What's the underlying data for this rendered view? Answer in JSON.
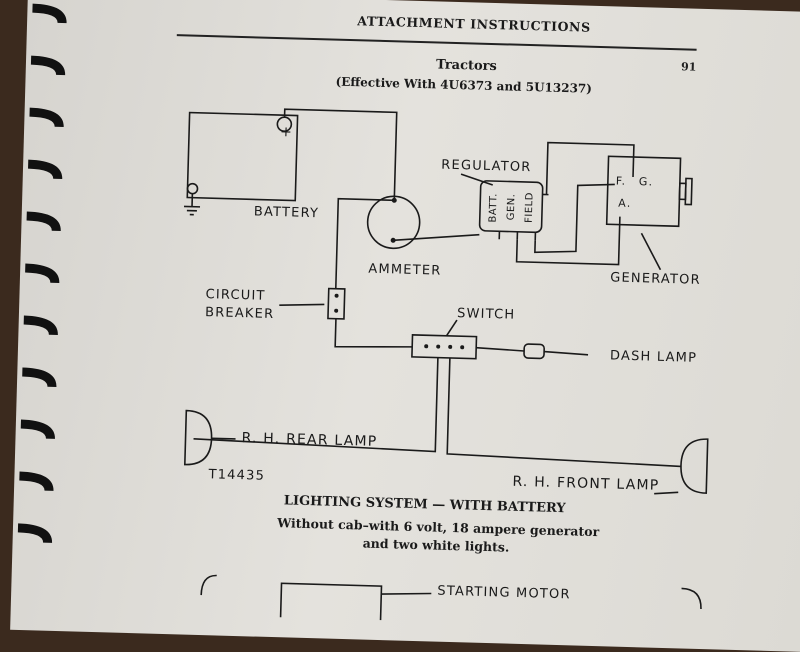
{
  "header": "ATTACHMENT INSTRUCTIONS",
  "page_number": "91",
  "title": "Tractors",
  "subtitle": "(Effective With 4U6373 and 5U13237)",
  "labels": {
    "regulator": "REGULATOR",
    "battery": "BATTERY",
    "ammeter": "AMMETER",
    "generator": "GENERATOR",
    "circuit": "CIRCUIT",
    "breaker": "BREAKER",
    "switch": "SWITCH",
    "dash_lamp": "DASH LAMP",
    "rear_lamp": "R. H. REAR LAMP",
    "front_lamp": "R. H. FRONT LAMP",
    "part_no": "T14435",
    "starting_motor": "STARTING MOTOR",
    "batt": "BATT.",
    "gen": "GEN.",
    "field": "FIELD",
    "f": "F.",
    "g": "G.",
    "a": "A.",
    "plus": "+"
  },
  "caption": {
    "line1": "LIGHTING SYSTEM — WITH BATTERY",
    "line2": "Without cab–with 6 volt, 18 ampere generator",
    "line3": "and two white lights."
  }
}
